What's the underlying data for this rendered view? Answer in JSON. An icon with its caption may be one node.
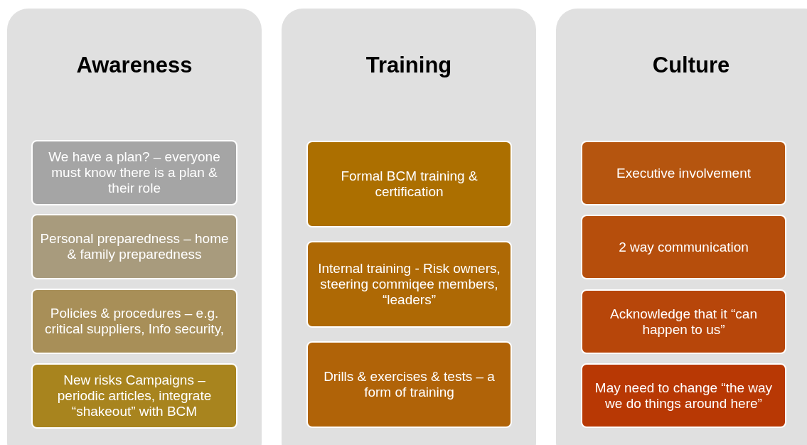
{
  "diagram": {
    "nodes": [
      {
        "text": [
          "Awareness"
        ]
      },
      {
        "text": [
          "We have a plan? – everyone must know there is a plan & their role"
        ],
        "in": 0
      },
      {
        "text": [
          "Personal preparedness – home & family preparedness"
        ],
        "in": 0
      },
      {
        "text": [
          "Policies & procedures – e.g. critical suppliers, Info security,"
        ],
        "in": 0
      },
      {
        "text": [
          "New risks Campaigns – periodic articles, integrate “shakeout” with BCM"
        ],
        "in": 0
      },
      {
        "text": [
          "Training"
        ]
      },
      {
        "text": [
          "Formal BCM training & certification"
        ],
        "in": 5
      },
      {
        "text": [
          "Internal training - Risk owners, steering commiqee members, “leaders”"
        ],
        "in": 5
      },
      {
        "text": [
          "Drills & exercises & tests – a form of training"
        ],
        "in": 5
      },
      {
        "text": [
          "Culture"
        ]
      },
      {
        "text": [
          "Executive involvement"
        ],
        "in": 9
      },
      {
        "text": [
          "2 way communication"
        ],
        "in": 9
      },
      {
        "text": [
          "Acknowledge that it “can happen to us”"
        ],
        "in": 9
      },
      {
        "text": [
          "May need to change “the way we do things around here”"
        ],
        "in": 9
      }
    ],
    "edges": []
  }
}
